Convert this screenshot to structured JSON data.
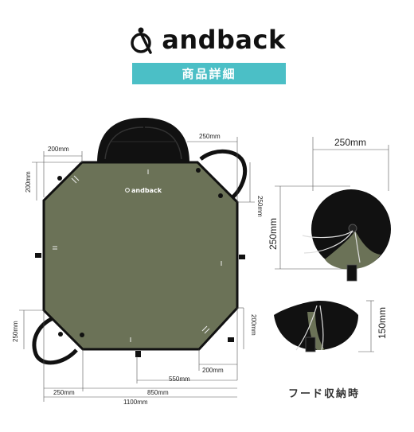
{
  "brand": {
    "name": "andback",
    "logo_icon": "andback-logo-icon"
  },
  "banner": {
    "label": "商品詳細"
  },
  "mat": {
    "logo_text": "andback",
    "color": "#6b7257",
    "dims": {
      "top_left": "200mm",
      "top_right": "250mm",
      "left_upper": "200mm",
      "right_upper": "250mm",
      "left_lower": "250mm",
      "right_lower": "200mm",
      "bottom_corner": "200mm",
      "bottom_550": "550mm",
      "bottom_250": "250mm",
      "bottom_850": "850mm",
      "total_width": "1100mm"
    }
  },
  "hood": {
    "width": "250mm",
    "height": "250mm",
    "stored_height": "150mm"
  },
  "caption": "フード収納時"
}
